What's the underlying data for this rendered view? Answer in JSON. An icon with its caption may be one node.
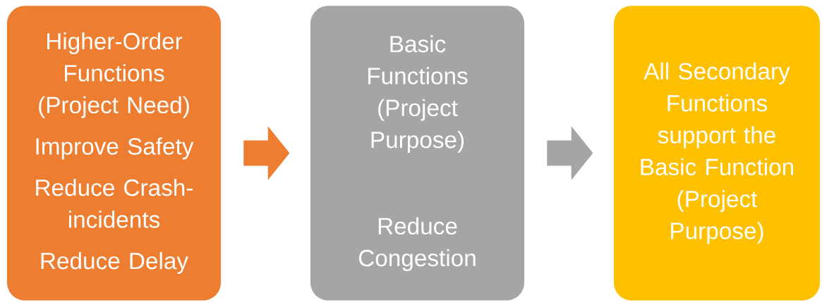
{
  "diagram": {
    "nodes": [
      {
        "text": [
          "Higher-Order Functions (Project Need)",
          "Improve Safety",
          "Reduce Crash-incidents",
          "Reduce Delay"
        ]
      },
      {
        "text": [
          "Basic Functions (Project Purpose)",
          "Reduce Congestion"
        ]
      },
      {
        "text": [
          "All Secondary Functions support the Basic Function (Project Purpose)"
        ]
      }
    ],
    "edges": [
      {
        "from": 0,
        "to": 1,
        "arrow": "to",
        "color": "#ed7d31"
      },
      {
        "from": 1,
        "to": 2,
        "arrow": "to",
        "color": "#a5a5a5"
      }
    ]
  }
}
